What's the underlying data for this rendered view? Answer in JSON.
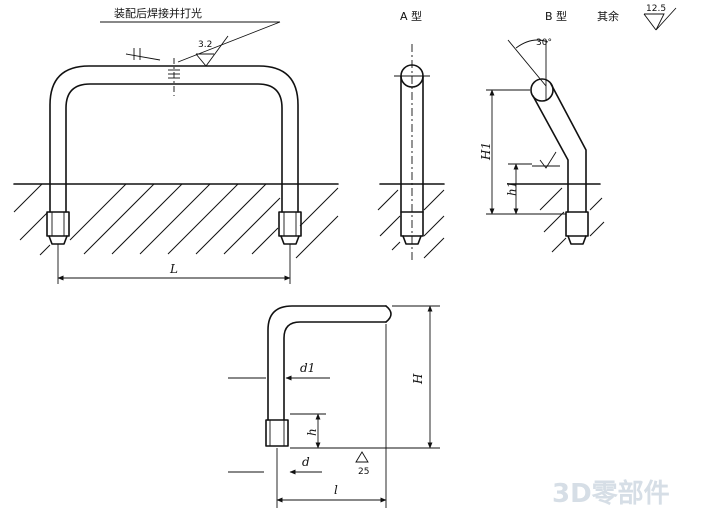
{
  "notes": {
    "weld_note": "装配后焊接并打光",
    "roughness_weld": "3.2",
    "roughness_other_prefix": "其余",
    "roughness_other": "12.5",
    "roughness_bottom": "25"
  },
  "views": {
    "type_a_label": "A 型",
    "type_b_label": "B 型",
    "angle_label": "30°"
  },
  "dimensions": {
    "L": "L",
    "H": "H",
    "H1": "H1",
    "h": "h",
    "h1": "h1",
    "d": "d",
    "d1": "d1",
    "l": "l"
  },
  "watermark": "3D零部件"
}
